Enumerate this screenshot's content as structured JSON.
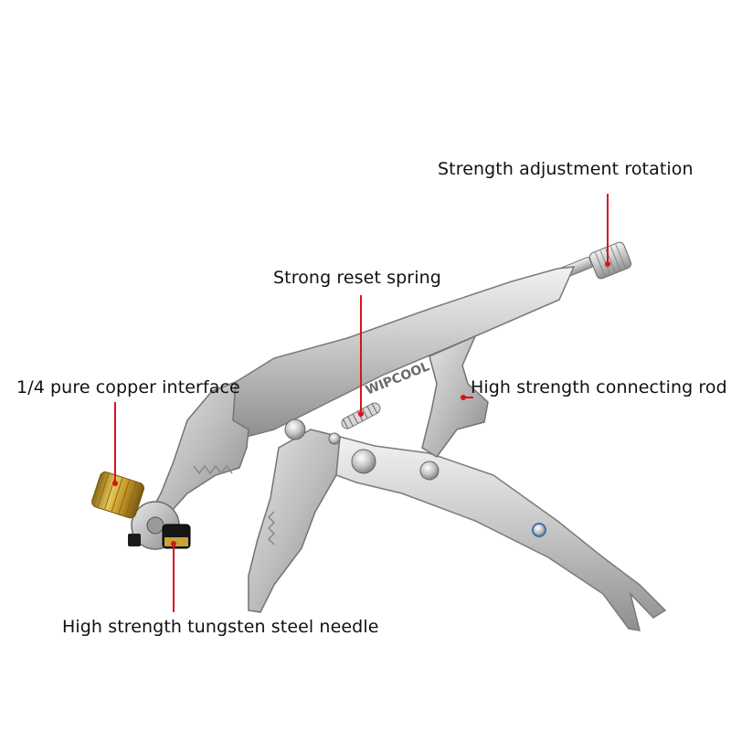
{
  "image": {
    "subject": "Locking pliers piercing tool",
    "background_color": "#ffffff",
    "accent_color": "#d7141a",
    "brand_mark": "WIPCOOL"
  },
  "callouts": {
    "adjustment": "Strength adjustment rotation",
    "spring": "Strong reset spring",
    "copper": "1/4 pure copper interface",
    "rod": "High strength connecting rod",
    "needle": "High strength tungsten steel needle"
  }
}
